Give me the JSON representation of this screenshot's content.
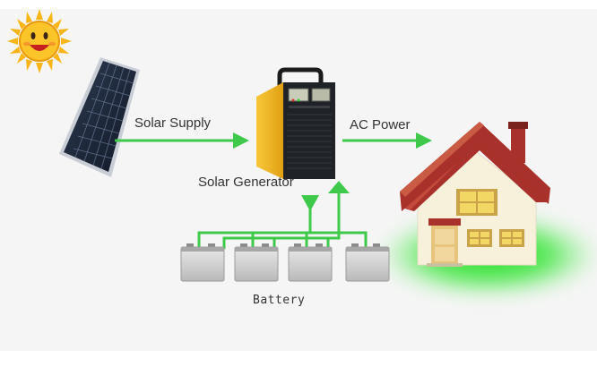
{
  "labels": {
    "solar_supply": "Solar Supply",
    "ac_power": "AC Power",
    "solar_generator": "Solar Generator",
    "battery": "Battery"
  },
  "icons": [
    "sun-icon",
    "solar-panel-icon",
    "solar-generator-icon",
    "house-icon",
    "battery-icon"
  ],
  "colors": {
    "arrow": "#3ec94a",
    "house_glow": "#2fe02f",
    "roof": "#a8322b",
    "wall": "#f7f1dc",
    "generator_body": "#f2b81f",
    "sun": "#f7b616"
  }
}
